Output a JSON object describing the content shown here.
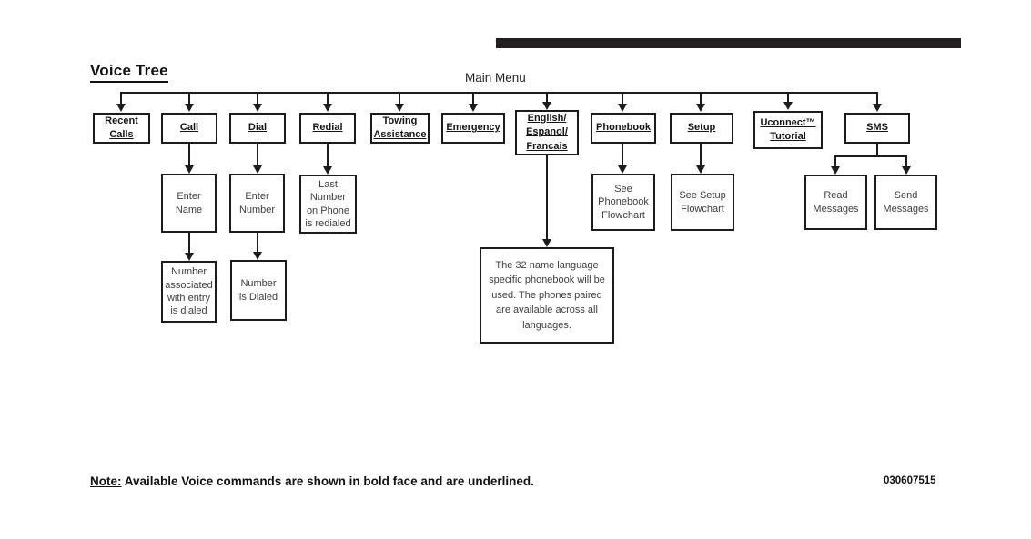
{
  "header": {
    "title": "Voice Tree"
  },
  "diagram": {
    "root_label": "Main Menu",
    "level1": {
      "recent_calls": "Recent\nCalls",
      "call": "Call",
      "dial": "Dial",
      "redial": "Redial",
      "towing_assistance": "Towing\nAssistance",
      "emergency": "Emergency",
      "language": "English/\nEspanol/\nFrancais",
      "phonebook": "Phonebook",
      "setup": "Setup",
      "uconnect_tutorial": "Uconnect™\nTutorial",
      "sms": "SMS"
    },
    "level2": {
      "enter_name": "Enter\nName",
      "enter_number": "Enter\nNumber",
      "last_number": "Last\nNumber\non Phone\nis redialed",
      "see_phonebook": "See\nPhonebook\nFlowchart",
      "see_setup": "See Setup\nFlowchart",
      "read_messages": "Read\nMessages",
      "send_messages": "Send\nMessages"
    },
    "level3": {
      "number_associated": "Number\nassociated\nwith entry\nis dialed",
      "number_dialed": "Number\nis Dialed",
      "language_note": "The 32 name language\nspecific phonebook will be\nused. The phones paired\nare available across all\nlanguages."
    }
  },
  "footer": {
    "note_label": "Note:",
    "note_text": " Available Voice commands are shown in bold face and are underlined.",
    "figure_code": "030607515"
  }
}
